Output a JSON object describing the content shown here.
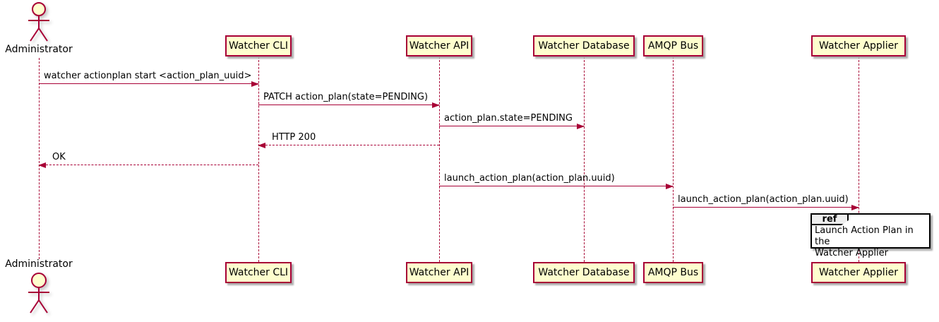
{
  "diagram": {
    "type": "sequence-diagram",
    "colors": {
      "participant_fill": "#FEFECE",
      "participant_border": "#A80036",
      "line_color": "#A80036",
      "text_color": "#000000",
      "ref_border": "#000000",
      "ref_tab_fill": "#EEEEEE",
      "background": "#FFFFFF"
    },
    "actor": {
      "name": "Administrator"
    },
    "participants": [
      {
        "name": "Watcher CLI"
      },
      {
        "name": "Watcher API"
      },
      {
        "name": "Watcher Database"
      },
      {
        "name": "AMQP Bus"
      },
      {
        "name": "Watcher Applier"
      }
    ],
    "messages": [
      {
        "from": "Administrator",
        "to": "Watcher CLI",
        "label": "watcher actionplan start <action_plan_uuid>",
        "line": "solid",
        "direction": "right"
      },
      {
        "from": "Watcher CLI",
        "to": "Watcher API",
        "label": "PATCH action_plan(state=PENDING)",
        "line": "solid",
        "direction": "right"
      },
      {
        "from": "Watcher API",
        "to": "Watcher Database",
        "label": "action_plan.state=PENDING",
        "line": "solid",
        "direction": "right"
      },
      {
        "from": "Watcher API",
        "to": "Watcher CLI",
        "label": "HTTP 200",
        "line": "dashed",
        "direction": "left"
      },
      {
        "from": "Watcher CLI",
        "to": "Administrator",
        "label": "OK",
        "line": "dashed",
        "direction": "left"
      },
      {
        "from": "Watcher API",
        "to": "AMQP Bus",
        "label": "launch_action_plan(action_plan.uuid)",
        "line": "solid",
        "direction": "right"
      },
      {
        "from": "AMQP Bus",
        "to": "Watcher Applier",
        "label": "launch_action_plan(action_plan.uuid)",
        "line": "solid",
        "direction": "right"
      }
    ],
    "ref_fragment": {
      "keyword": "ref",
      "over": "Watcher Applier",
      "text": "Launch Action Plan in the\nWatcher Applier"
    }
  }
}
